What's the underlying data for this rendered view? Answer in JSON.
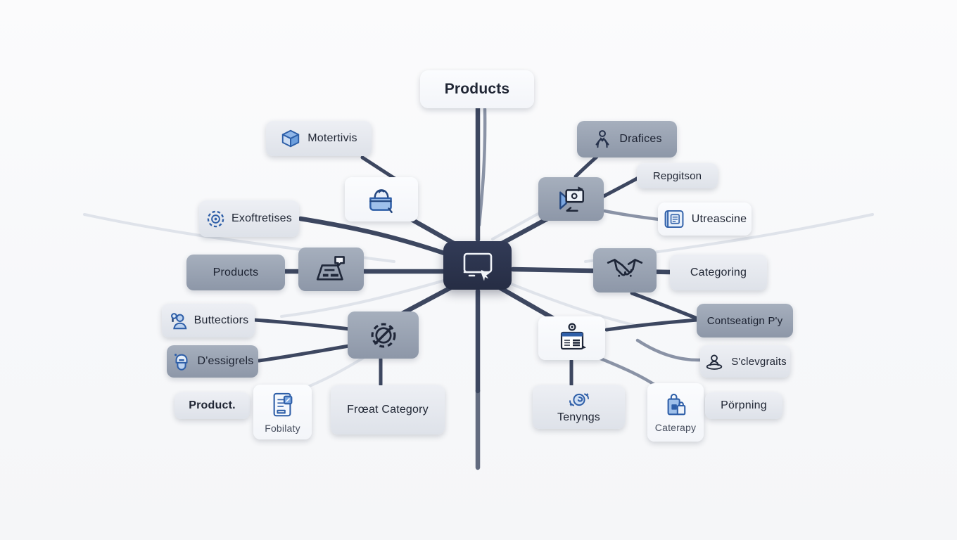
{
  "diagram": {
    "title": "Products",
    "center_icon": "monitor-chat-icon"
  },
  "nodes": {
    "motertivis": {
      "label": "Motertivis",
      "icon": "cube-icon"
    },
    "basket": {
      "icon": "basket-icon"
    },
    "exoftretises": {
      "label": "Exoftretises",
      "icon": "gear-icon"
    },
    "products_left": {
      "label": "Products"
    },
    "register": {
      "icon": "cash-register-icon"
    },
    "buttectiors": {
      "label": "Buttectiors",
      "icon": "person-search-icon"
    },
    "dessigrels": {
      "label": "D'essigrels",
      "icon": "robot-icon"
    },
    "product_bottom": {
      "label": "Product."
    },
    "fobilaty": {
      "label": "Fobilaty",
      "icon": "document-pen-icon"
    },
    "gear_pen": {
      "icon": "gear-pen-icon"
    },
    "freeat_category": {
      "label": "Frœat Category"
    },
    "drafices": {
      "label": "Drafices",
      "icon": "person-icon"
    },
    "repgitson": {
      "label": "Repgitson"
    },
    "monitor_money": {
      "icon": "monitor-money-icon"
    },
    "utreascine": {
      "label": "Utreascine",
      "icon": "scroll-icon"
    },
    "handshake": {
      "icon": "handshake-icon"
    },
    "categoring": {
      "label": "Categoring"
    },
    "contseatign": {
      "label": "Contseatign P'y"
    },
    "sclevgraits": {
      "label": "S'clevgraits",
      "icon": "person-pin-icon"
    },
    "browser": {
      "icon": "browser-list-icon"
    },
    "tenyngs": {
      "label": "Tenyngs",
      "icon": "coin-swirl-icon"
    },
    "caterapy": {
      "label": "Caterapy",
      "icon": "shopping-bags-icon"
    },
    "porpning": {
      "label": "Pörpning"
    }
  },
  "colors": {
    "background": "#f8f9fa",
    "center_node": "#2a3148",
    "line_dark": "#3d4760",
    "line_light": "#d3d8e1",
    "box_gray": "#97a1b0",
    "box_light": "#e5e8ee",
    "box_white": "#f9fafc",
    "icon_blue": "#2f5fa8",
    "icon_blue_light": "#bcd2ef",
    "text_dark": "#202634"
  }
}
